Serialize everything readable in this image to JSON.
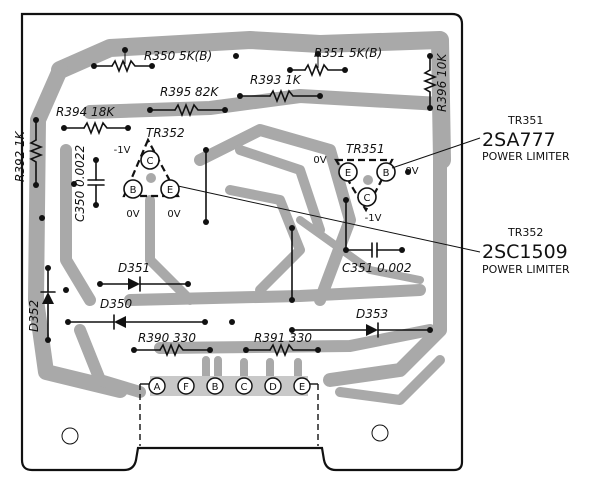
{
  "diagram": {
    "resistors": {
      "r350": "R350 5K(B)",
      "r351": "R351 5K(B)",
      "r393": "R393 1K",
      "r395": "R395 82K",
      "r394": "R394 18K",
      "r396": "R396 10K",
      "r392": "R392 1K",
      "r390": "R390 330",
      "r391": "R391 330"
    },
    "capacitors": {
      "c350": "C350 0.0022",
      "c351": "C351 0.002"
    },
    "diodes": {
      "d350": "D350",
      "d351": "D351",
      "d352": "D352",
      "d353": "D353"
    },
    "transistors": {
      "tr351": {
        "ref": "TR351",
        "pins": [
          "E",
          "B",
          "C"
        ],
        "voltages": [
          "0V",
          "0V",
          "-1V"
        ]
      },
      "tr352": {
        "ref": "TR352",
        "pins": [
          "C",
          "B",
          "E"
        ],
        "voltages": [
          "-1V",
          "0V",
          "0V"
        ]
      }
    },
    "callouts": [
      {
        "ref": "TR351",
        "part": "2SA777",
        "desc": "POWER LIMITER"
      },
      {
        "ref": "TR352",
        "part": "2SC1509",
        "desc": "POWER LIMITER"
      }
    ],
    "connector_pins": [
      "A",
      "F",
      "B",
      "C",
      "D",
      "E"
    ]
  }
}
